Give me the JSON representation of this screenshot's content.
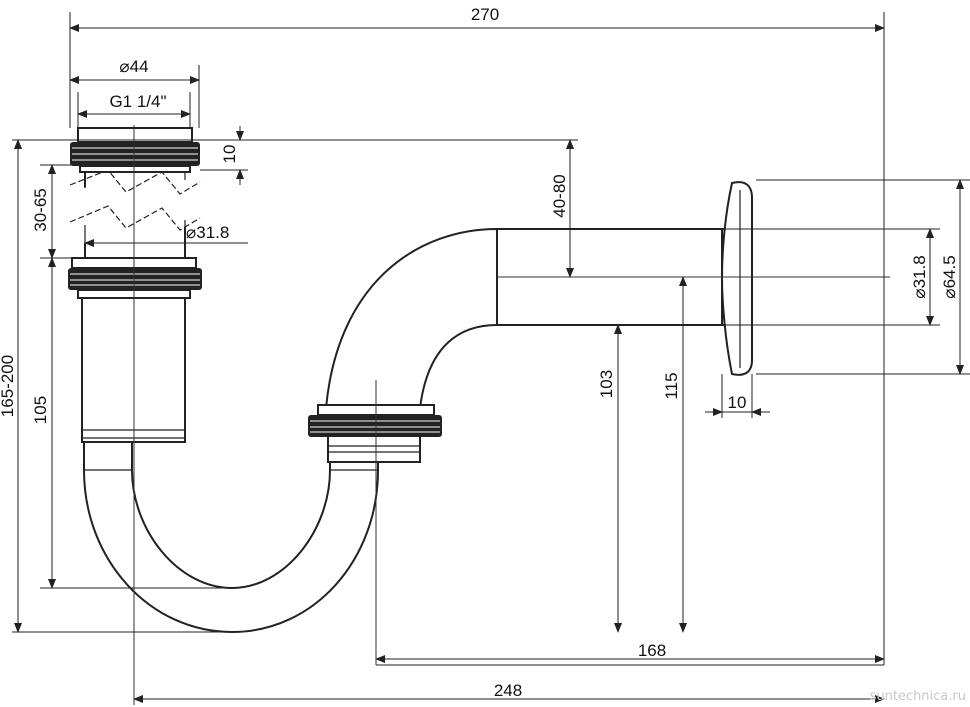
{
  "diagram": {
    "dimensions": {
      "overall_width": "270",
      "inlet_outer_diameter": "44",
      "inlet_thread": "G1 1/4\"",
      "nut_height": "10",
      "extension_range": "30-65",
      "pipe_diameter_left": "31.8",
      "total_height_range": "165-200",
      "trap_depth": "105",
      "outlet_height_range": "40-80",
      "outlet_height_103": "103",
      "outlet_height_115": "115",
      "outlet_length": "168",
      "total_length": "248",
      "outlet_pipe_diameter": "31.8",
      "flange_diameter": "64.5",
      "flange_thickness": "10"
    },
    "symbols": {
      "diameter": "⌀"
    },
    "watermark": "suntechnica.ru"
  }
}
